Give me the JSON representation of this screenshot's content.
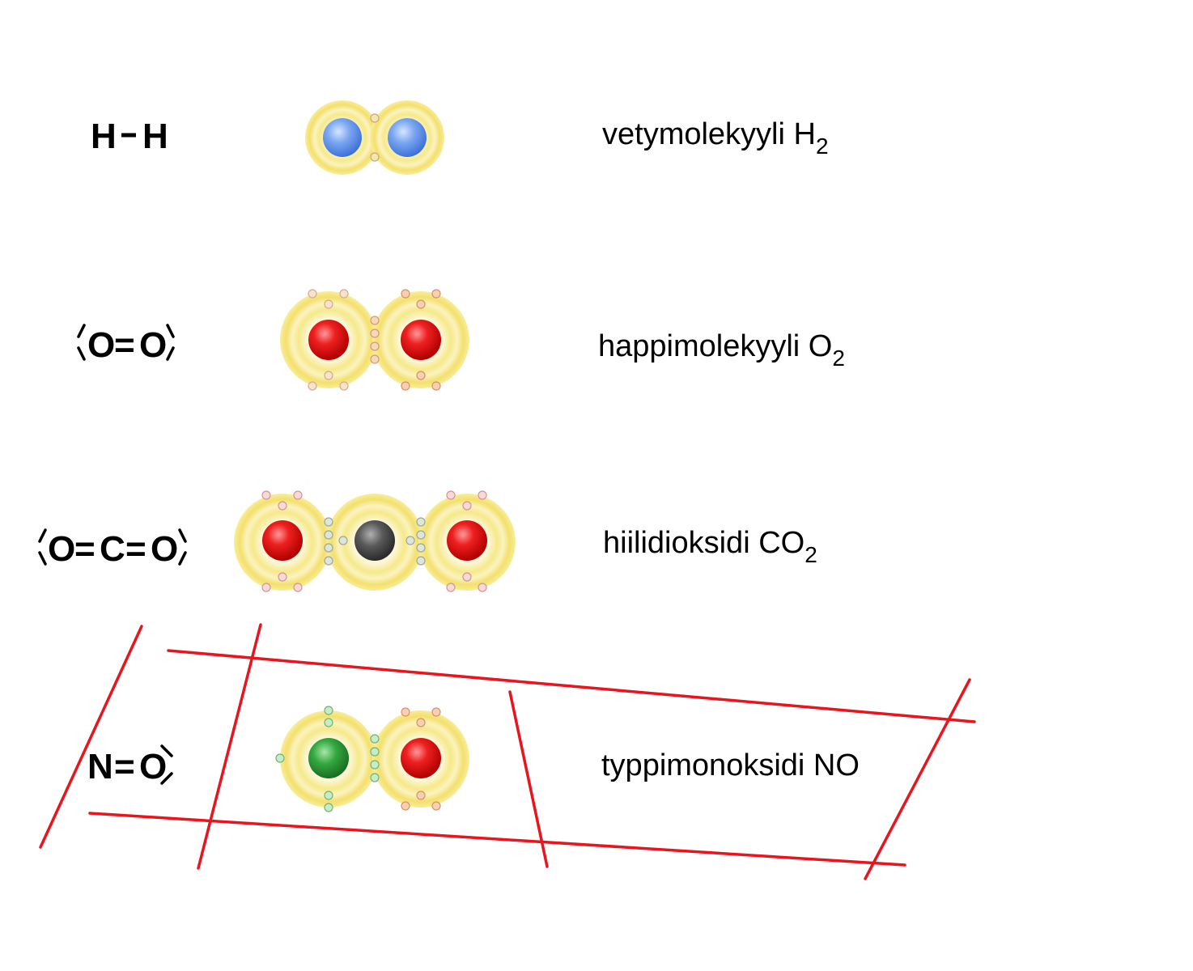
{
  "colors": {
    "hydrogen": "#5b8fe6",
    "oxygen": "#e01010",
    "carbon": "#4a4a4a",
    "nitrogen": "#2e9e3a",
    "shell": "#f4e27a",
    "annotation_lines": "#e8141e"
  },
  "molecules": [
    {
      "id": "h2",
      "formula_atoms": [
        "H",
        "H"
      ],
      "formula_bonds": [
        "−"
      ],
      "name": "vetymolekyyli H",
      "name_subscript": "2",
      "atoms": [
        "hydrogen",
        "hydrogen"
      ]
    },
    {
      "id": "o2",
      "formula_atoms": [
        "O",
        "O"
      ],
      "formula_bonds": [
        "="
      ],
      "name": "happimolekyyli O",
      "name_subscript": "2",
      "atoms": [
        "oxygen",
        "oxygen"
      ]
    },
    {
      "id": "co2",
      "formula_atoms": [
        "O",
        "C",
        "O"
      ],
      "formula_bonds": [
        "=",
        "="
      ],
      "name": "hiilidioksidi CO",
      "name_subscript": "2",
      "atoms": [
        "oxygen",
        "carbon",
        "oxygen"
      ]
    },
    {
      "id": "no",
      "formula_atoms": [
        "N",
        "O"
      ],
      "formula_bonds": [
        "="
      ],
      "name": "typpimonoksidi NO",
      "name_subscript": "",
      "atoms": [
        "nitrogen",
        "oxygen"
      ]
    }
  ]
}
